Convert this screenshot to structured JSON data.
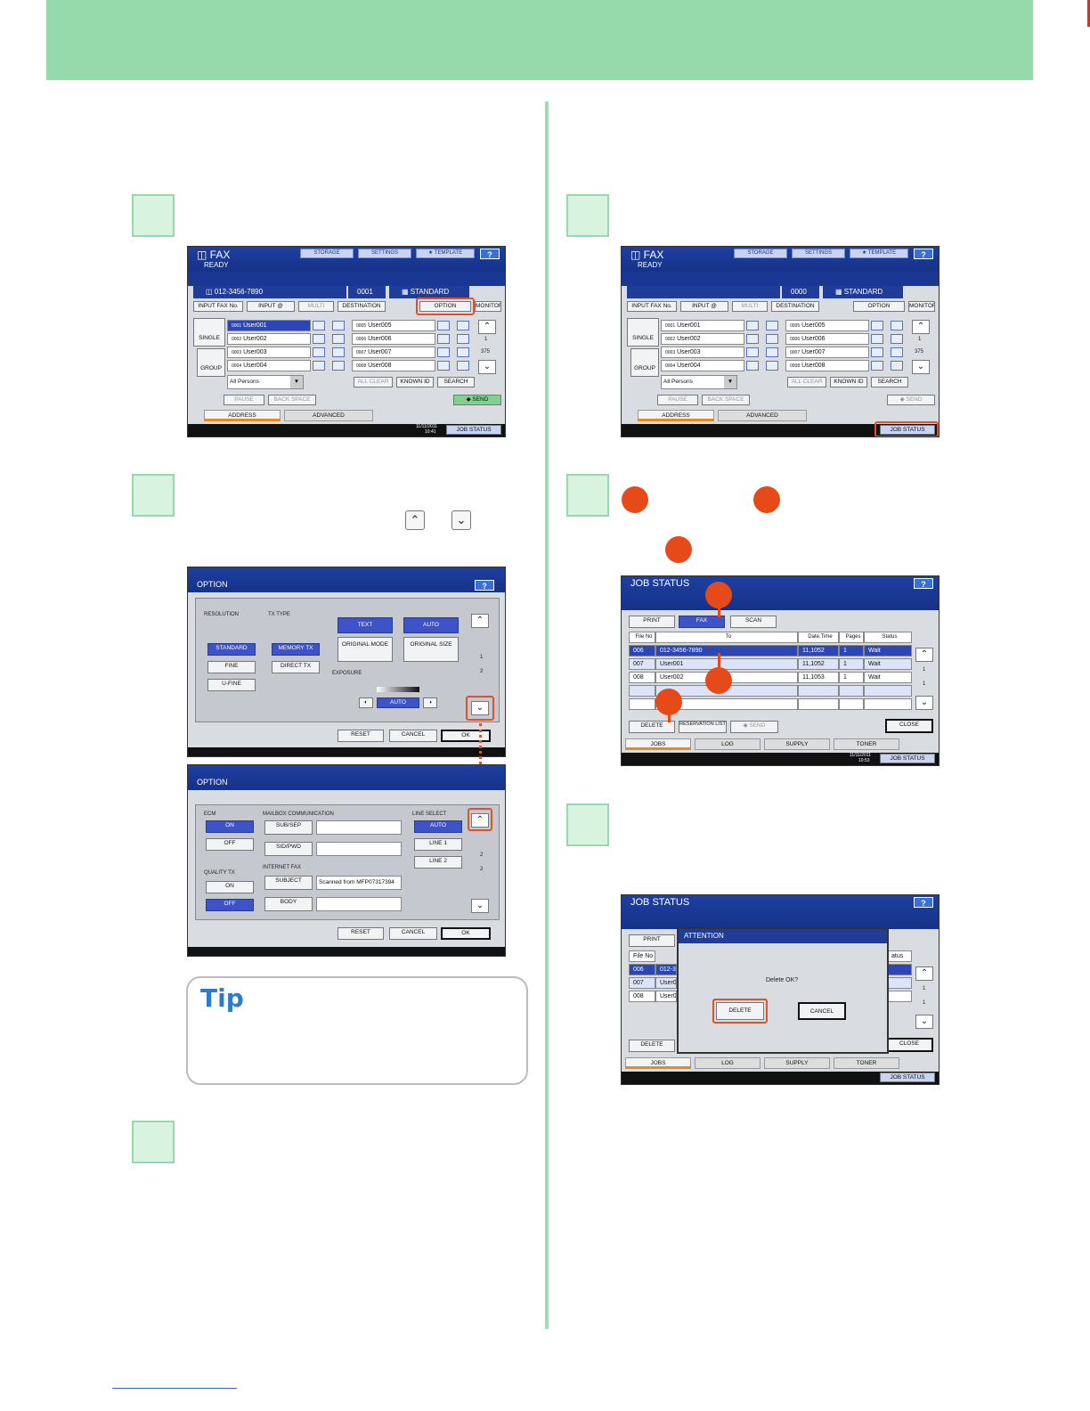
{
  "fax": {
    "title": "FAX",
    "status": "READY",
    "storage": "STORAGE",
    "settings": "SETTINGS",
    "template": "TEMPLATE",
    "help": "?",
    "fax_number": "012-3456-7890",
    "count_left": "0001",
    "count_right": "0000",
    "resolution": "STANDARD",
    "input_fax_no": "INPUT FAX No.",
    "input_at": "INPUT @",
    "multi": "MULTI",
    "destination": "DESTINATION",
    "option": "OPTION",
    "monitor": "MONITOR",
    "single": "SINGLE",
    "group": "GROUP",
    "users_left": [
      {
        "id": "0001",
        "name": "User001"
      },
      {
        "id": "0002",
        "name": "User002"
      },
      {
        "id": "0003",
        "name": "User003"
      },
      {
        "id": "0004",
        "name": "User004"
      }
    ],
    "users_right": [
      {
        "id": "0005",
        "name": "User005"
      },
      {
        "id": "0006",
        "name": "User006"
      },
      {
        "id": "0007",
        "name": "User007"
      },
      {
        "id": "0008",
        "name": "User008"
      }
    ],
    "page_current": "1",
    "page_total": "375",
    "all_persons": "All Persons",
    "all_clear": "ALL CLEAR",
    "known_id": "KNOWN ID",
    "search": "SEARCH",
    "pause": "PAUSE",
    "back_space": "BACK SPACE",
    "send": "SEND",
    "tab_address": "ADDRESS",
    "tab_advanced": "ADVANCED",
    "date": "11/11/2011",
    "time": "10:41",
    "job_status": "JOB STATUS"
  },
  "option1": {
    "title": "OPTION",
    "resolution_label": "RESOLUTION",
    "tx_type_label": "TX TYPE",
    "standard": "STANDARD",
    "fine": "FINE",
    "ufine": "U-FINE",
    "memory_tx": "MEMORY TX",
    "direct_tx": "DIRECT TX",
    "text": "TEXT",
    "auto": "AUTO",
    "original_mode": "ORIGINAL MODE",
    "original_size": "ORIGINAL SIZE",
    "exposure": "EXPOSURE",
    "exposure_auto": "AUTO",
    "page": "1",
    "pages": "2",
    "reset": "RESET",
    "cancel": "CANCEL",
    "ok": "OK"
  },
  "option2": {
    "title": "OPTION",
    "ecm": "ECM",
    "on": "ON",
    "off": "OFF",
    "mailbox": "MAILBOX COMMUNICATION",
    "sub_sep": "SUB/SEP",
    "sid_pwd": "SID/PWD",
    "internet_fax": "INTERNET FAX",
    "subject": "SUBJECT",
    "subject_value": "Scanned from MFP07317394",
    "body": "BODY",
    "quality_tx": "QUALITY TX",
    "line_select": "LINE SELECT",
    "line_auto": "AUTO",
    "line1": "LINE 1",
    "line2": "LINE 2",
    "page": "2",
    "pages": "2",
    "reset": "RESET",
    "cancel": "CANCEL",
    "ok": "OK"
  },
  "jobstatus": {
    "title": "JOB STATUS",
    "help": "?",
    "print": "PRINT",
    "fax": "FAX",
    "scan": "SCAN",
    "col_fileno": "File No",
    "col_to": "To",
    "col_datetime": "Date,Time",
    "col_pages": "Pages",
    "col_status": "Status",
    "rows": [
      {
        "file": "006",
        "to": "012-3456-7890",
        "dt": "11,1052",
        "pages": "1",
        "status": "Wait"
      },
      {
        "file": "007",
        "to": "User001",
        "dt": "11,1052",
        "pages": "1",
        "status": "Wait"
      },
      {
        "file": "008",
        "to": "User002",
        "dt": "11,1053",
        "pages": "1",
        "status": "Wait"
      }
    ],
    "page_current": "1",
    "page_total": "1",
    "delete": "DELETE",
    "reservation_list": "RESERVATION LIST",
    "send": "SEND",
    "close": "CLOSE",
    "tab_jobs": "JOBS",
    "tab_log": "LOG",
    "tab_supply": "SUPPLY",
    "tab_toner": "TONER",
    "date": "11/11/2011",
    "time": "10:53",
    "job_status": "JOB STATUS"
  },
  "attention": {
    "title": "ATTENTION",
    "message": "Delete OK?",
    "delete": "DELETE",
    "cancel": "CANCEL",
    "row_prefix_1": "012-3",
    "row_prefix_2": "User0",
    "row_prefix_3": "User0",
    "status_trunc": "atus"
  },
  "tip": {
    "label": "Tip"
  },
  "colors": {
    "banner": "#96d9aa",
    "accent_red": "#e0522c",
    "panel_blue": "#1f3c99"
  }
}
